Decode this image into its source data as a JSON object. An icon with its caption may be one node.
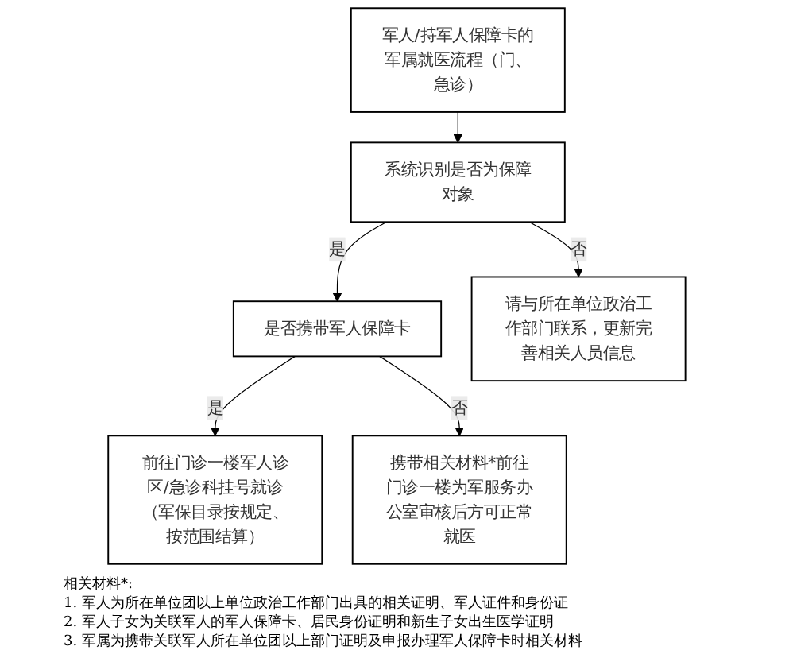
{
  "diagram": {
    "nodes": [
      {
        "text": [
          "军人/持军人保障卡的军属就医流程（门、急诊）"
        ]
      },
      {
        "text": [
          "系统识别是否为保障对象"
        ]
      },
      {
        "text": [
          "是否携带军人保障卡"
        ]
      },
      {
        "text": [
          "请与所在单位政治工作部门联系，更新完善相关人员信息"
        ]
      },
      {
        "text": [
          "前往门诊一楼军人诊区/急诊科挂号就诊（军保目录按规定、按范围结算）"
        ]
      },
      {
        "text": [
          "携带相关材料*前往门诊一楼为军服务办公室审核后方可正常就医"
        ]
      }
    ],
    "edges": [
      {
        "from": 0,
        "to": 1,
        "arrow": "to"
      },
      {
        "from": 1,
        "to": 2,
        "arrow": "to",
        "label": "是"
      },
      {
        "from": 1,
        "to": 3,
        "arrow": "to",
        "label": "否"
      },
      {
        "from": 2,
        "to": 4,
        "arrow": "to",
        "label": "是"
      },
      {
        "from": 2,
        "to": 5,
        "arrow": "to",
        "label": "否"
      }
    ],
    "labels": [
      "相关材料*:",
      "1. 军人为所在单位团以上单位政治工作部门出具的相关证明、军人证件和身份证",
      "2. 军人子女为关联军人的军人保障卡、居民身份证明和新生子女出生医学证明",
      "3. 军属为携带关联军人所在单位团以上部门证明及申报办理军人保障卡时相关材料"
    ]
  }
}
